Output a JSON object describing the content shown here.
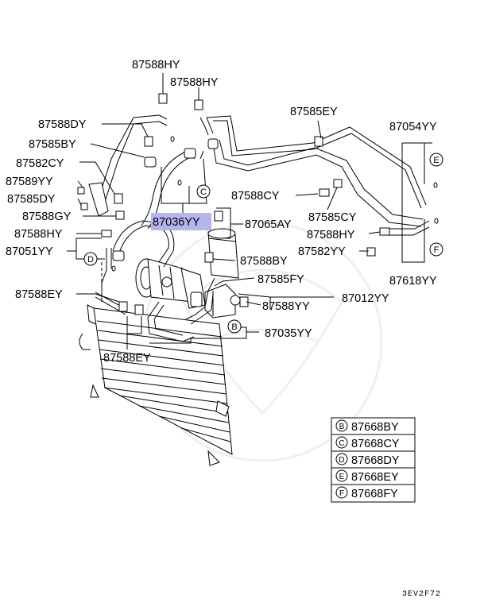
{
  "diagram": {
    "code": "3EV2F72",
    "highlight_color": "#b4b4ee",
    "labels": {
      "p87588HY_a": "87588HY",
      "p87588HY_b": "87588HY",
      "p87588DY": "87588DY",
      "p87585BY": "87585BY",
      "p87582CY_a": "87582CY",
      "p87589YY": "87589YY",
      "p87585DY": "87585DY",
      "p87588GY": "87588GY",
      "p87588HY_c": "87588HY",
      "p87051YY": "87051YY",
      "p87036YY": "87036YY",
      "p87065AY": "87065AY",
      "p87588CY": "87588CY",
      "p87585CY": "87585CY",
      "p87585EY": "87585EY",
      "p87054YY": "87054YY",
      "p87588HY_d": "87588HY",
      "p87582YY": "87582YY",
      "p87618YY": "87618YY",
      "p87588BY": "87588BY",
      "p87585FY": "87585FY",
      "p87588YY": "87588YY",
      "p87012YY": "87012YY",
      "p87588EY_a": "87588EY",
      "p87035YY": "87035YY",
      "p87588EY_b": "87588EY"
    },
    "callouts": {
      "B": "B",
      "C": "C",
      "D": "D",
      "E": "E",
      "F": "F"
    },
    "legend": [
      {
        "letter": "B",
        "part": "87668BY"
      },
      {
        "letter": "C",
        "part": "87668CY"
      },
      {
        "letter": "D",
        "part": "87668DY"
      },
      {
        "letter": "E",
        "part": "87668EY"
      },
      {
        "letter": "F",
        "part": "87668FY"
      }
    ]
  }
}
